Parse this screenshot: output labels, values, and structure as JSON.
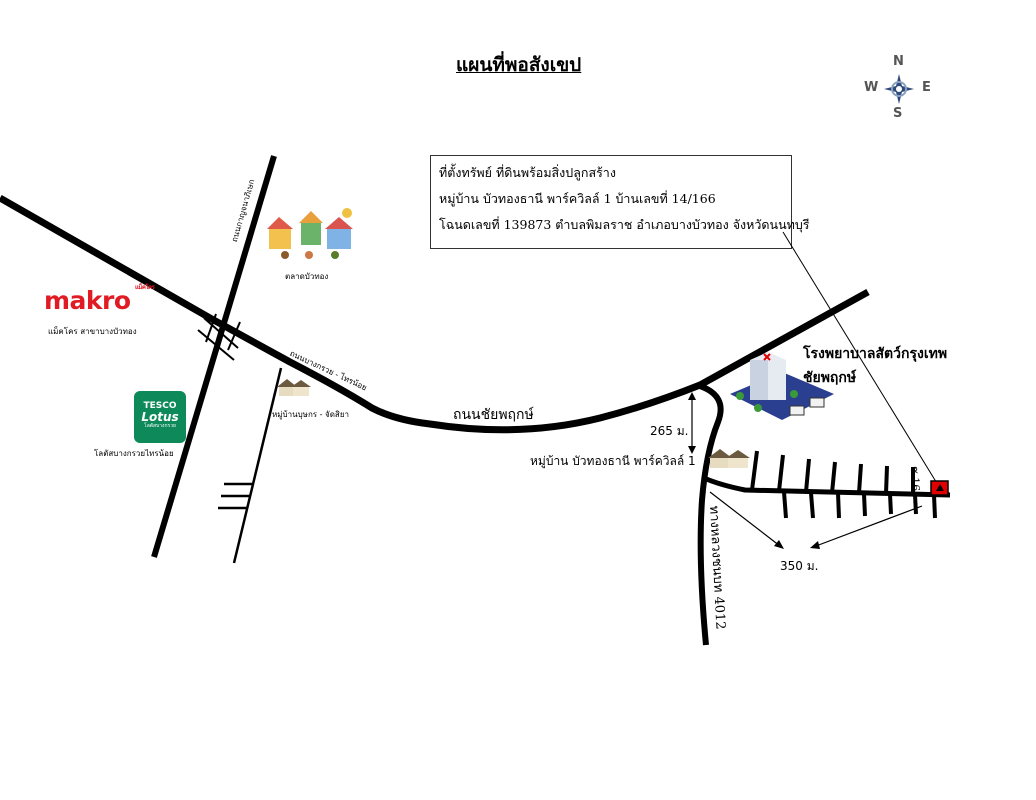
{
  "title": "แผนที่พอสังเขป",
  "compass": {
    "n": "N",
    "s": "S",
    "e": "E",
    "w": "W"
  },
  "info_box": {
    "line1": "ที่ตั้งทรัพย์ ที่ดินพร้อมสิ่งปลูกสร้าง",
    "line2": "หมู่บ้าน บัวทองธานี พาร์ควิลล์ 1  บ้านเลขที่ 14/166",
    "line3": "โฉนดเลขที่ 139873  ตำบลพิมลราช อำเภอบางบัวทอง จังหวัดนนทบุรี"
  },
  "landmarks": {
    "market": "ตลาดบัวทอง",
    "makro_logo": "makro",
    "makro_logo_small": "แม็คโคร",
    "makro_label": "แม็คโคร สาขาบางบัวทอง",
    "lotus_line1": "TESCO",
    "lotus_line2": "Lotus",
    "lotus_line3": "โลตัสบางกรวย",
    "lotus_label": "โลตัสบางกรวยไทรน้อย",
    "village_left": "หมู่บ้านบุษกร - จัดสิยา",
    "hospital_line1": "โรงพยาบาลสัตว์กรุงเทพ",
    "hospital_line2": "ชัยพฤกษ์",
    "village_target": "หมู่บ้าน บัวทองธานี พาร์ควิลล์ 1"
  },
  "roads": {
    "kanchanaphisek": "ถนนกาญจนาภิเษก",
    "bangkruai_sainoi": "ถนนบางกรวย - ไทรน้อย",
    "chaiyaphruek": "ถนนชัยพฤกษ์",
    "highway_4012": "ทางหลวงชนบท 4012",
    "soi": "ซ.16"
  },
  "distances": {
    "d265": "265 ม.",
    "d350": "350 ม."
  },
  "colors": {
    "road": "#000000",
    "makro_red": "#e01b24",
    "lotus_green": "#0e8a5a",
    "marker_red": "#e00000",
    "building_blue": "#2a3f8f",
    "compass_blue": "#2e4a7a"
  }
}
